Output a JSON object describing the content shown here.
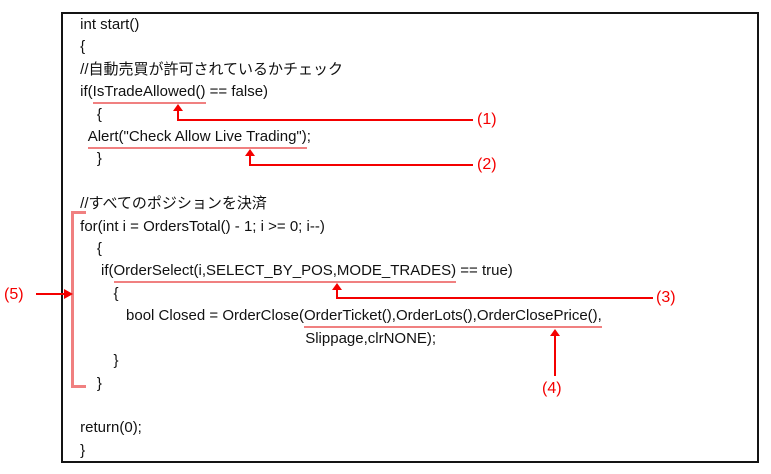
{
  "colors": {
    "annotation_red": "#f40000",
    "underline_salmon": "#f08080",
    "border_black": "#141414",
    "code_text": "#111111"
  },
  "code_lines": [
    {
      "segments": [
        {
          "text": " int start()"
        }
      ]
    },
    {
      "segments": [
        {
          "text": " {"
        }
      ]
    },
    {
      "segments": [
        {
          "text": " //自動売買が許可されているかチェック"
        }
      ]
    },
    {
      "segments": [
        {
          "text": " if("
        },
        {
          "text": "IsTradeAllowed()",
          "underline": true
        },
        {
          "text": " == false)"
        }
      ]
    },
    {
      "segments": [
        {
          "text": "     {"
        }
      ]
    },
    {
      "segments": [
        {
          "text": "   "
        },
        {
          "text": "Alert(\"Check Allow Live Trading\")",
          "underline": true
        },
        {
          "text": ";"
        }
      ]
    },
    {
      "segments": [
        {
          "text": "     }"
        }
      ]
    },
    {
      "segments": [
        {
          "text": ""
        }
      ]
    },
    {
      "segments": [
        {
          "text": " //すべてのポジションを決済"
        }
      ]
    },
    {
      "segments": [
        {
          "text": " for(int i = OrdersTotal() - 1; i >= 0; i--)"
        }
      ]
    },
    {
      "segments": [
        {
          "text": "     {"
        }
      ]
    },
    {
      "segments": [
        {
          "text": "      if("
        },
        {
          "text": "OrderSelect(i,SELECT_BY_POS,MODE_TRADES)",
          "underline": true
        },
        {
          "text": " == true)"
        }
      ]
    },
    {
      "segments": [
        {
          "text": "         {"
        }
      ]
    },
    {
      "segments": [
        {
          "text": "            bool Closed = OrderClose("
        },
        {
          "text": "OrderTicket(),OrderLots(),OrderClosePrice(),",
          "underline": true
        }
      ]
    },
    {
      "segments": [
        {
          "text": "                                                       Slippage,clrNONE);"
        }
      ]
    },
    {
      "segments": [
        {
          "text": "         }"
        }
      ]
    },
    {
      "segments": [
        {
          "text": "     }"
        }
      ]
    },
    {
      "segments": [
        {
          "text": ""
        }
      ]
    },
    {
      "segments": [
        {
          "text": " return(0);"
        }
      ]
    },
    {
      "segments": [
        {
          "text": " }"
        }
      ]
    }
  ],
  "callouts": [
    {
      "label": "(1)"
    },
    {
      "label": "(2)"
    },
    {
      "label": "(3)"
    },
    {
      "label": "(4)"
    },
    {
      "label": "(5)"
    }
  ]
}
